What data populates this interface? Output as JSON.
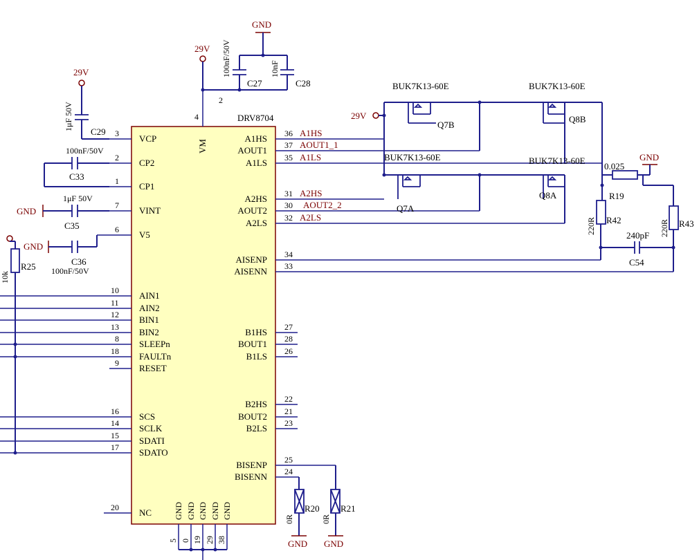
{
  "ic": {
    "ref": "DRV8704",
    "vm_label": "VM",
    "left_pins": [
      {
        "num": "3",
        "name": "VCP"
      },
      {
        "num": "2",
        "name": "CP2"
      },
      {
        "num": "1",
        "name": "CP1"
      },
      {
        "num": "7",
        "name": "VINT"
      },
      {
        "num": "6",
        "name": "V5"
      },
      {
        "num": "10",
        "name": "AIN1"
      },
      {
        "num": "11",
        "name": "AIN2"
      },
      {
        "num": "12",
        "name": "BIN1"
      },
      {
        "num": "13",
        "name": "BIN2"
      },
      {
        "num": "8",
        "name": "SLEEPn"
      },
      {
        "num": "18",
        "name": "FAULTn"
      },
      {
        "num": "9",
        "name": "RESET"
      },
      {
        "num": "16",
        "name": "SCS"
      },
      {
        "num": "14",
        "name": "SCLK"
      },
      {
        "num": "15",
        "name": "SDATI"
      },
      {
        "num": "17",
        "name": "SDATO"
      },
      {
        "num": "20",
        "name": "NC"
      }
    ],
    "right_pins": [
      {
        "num": "36",
        "name": "A1HS",
        "net": "A1HS"
      },
      {
        "num": "37",
        "name": "AOUT1",
        "net": "AOUT1_1"
      },
      {
        "num": "35",
        "name": "A1LS",
        "net": "A1LS"
      },
      {
        "num": "31",
        "name": "A2HS",
        "net": "A2HS"
      },
      {
        "num": "30",
        "name": "AOUT2",
        "net": "AOUT2_2"
      },
      {
        "num": "32",
        "name": "A2LS",
        "net": "A2LS"
      },
      {
        "num": "34",
        "name": "AISENP",
        "net": ""
      },
      {
        "num": "33",
        "name": "AISENN",
        "net": ""
      },
      {
        "num": "27",
        "name": "B1HS",
        "net": ""
      },
      {
        "num": "28",
        "name": "BOUT1",
        "net": ""
      },
      {
        "num": "26",
        "name": "B1LS",
        "net": ""
      },
      {
        "num": "22",
        "name": "B2HS",
        "net": ""
      },
      {
        "num": "21",
        "name": "BOUT2",
        "net": ""
      },
      {
        "num": "23",
        "name": "B2LS",
        "net": ""
      },
      {
        "num": "25",
        "name": "BISENP",
        "net": ""
      },
      {
        "num": "24",
        "name": "BISENN",
        "net": ""
      }
    ],
    "vm_pin": "4",
    "gnd_pins": [
      {
        "num": "5",
        "name": "GND"
      },
      {
        "num": "0",
        "name": "GND"
      },
      {
        "num": "19",
        "name": "GND"
      },
      {
        "num": "29",
        "name": "GND"
      },
      {
        "num": "38",
        "name": "GND"
      }
    ]
  },
  "power": {
    "v29": "29V",
    "gnd": "GND"
  },
  "components": {
    "c27": {
      "ref": "C27",
      "value": "100nF/50V"
    },
    "c28": {
      "ref": "C28",
      "value": "10nF"
    },
    "c27_pin": "2",
    "c29": {
      "ref": "C29",
      "value": "1μF 50V"
    },
    "c33": {
      "ref": "C33",
      "value": "100nF/50V"
    },
    "c35": {
      "ref": "C35",
      "value": "1μF 50V"
    },
    "c36": {
      "ref": "C36",
      "value": "100nF/50V"
    },
    "r25": {
      "ref": "R25",
      "value": "10k"
    },
    "q7b": {
      "ref": "Q7B",
      "part": "BUK7K13-60E"
    },
    "q8b": {
      "ref": "Q8B",
      "part": "BUK7K13-60E"
    },
    "q7a": {
      "ref": "Q7A",
      "part": "BUK7K13-60E"
    },
    "q8a": {
      "ref": "Q8A",
      "part": "BUK7K13-60E"
    },
    "r19": {
      "ref": "R19",
      "value": "0.025"
    },
    "r42": {
      "ref": "R42",
      "value": "220R"
    },
    "r43": {
      "ref": "R43",
      "value": "220R"
    },
    "c54": {
      "ref": "C54",
      "value": "240pF"
    },
    "r20": {
      "ref": "R20",
      "value": "0R"
    },
    "r21": {
      "ref": "R21",
      "value": "0R"
    }
  }
}
